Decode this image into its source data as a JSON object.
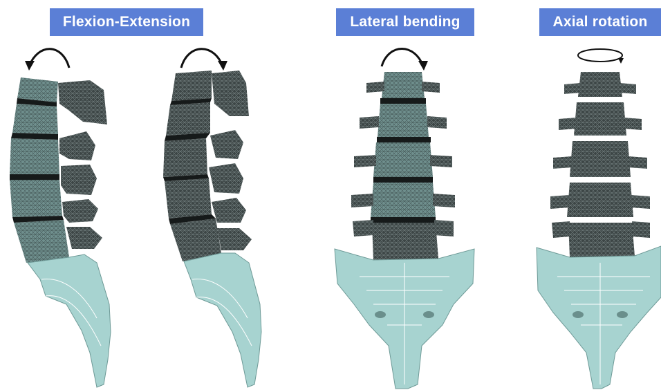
{
  "labels": {
    "flexion_extension": "Flexion-Extension",
    "lateral_bending": "Lateral bending",
    "axial_rotation": "Axial rotation"
  },
  "colors": {
    "label_bg": "#5b7fd6",
    "mesh_vertebra": "#2e3434",
    "sacrum": "#9cc9c7",
    "disc": "#1a1d1d"
  }
}
